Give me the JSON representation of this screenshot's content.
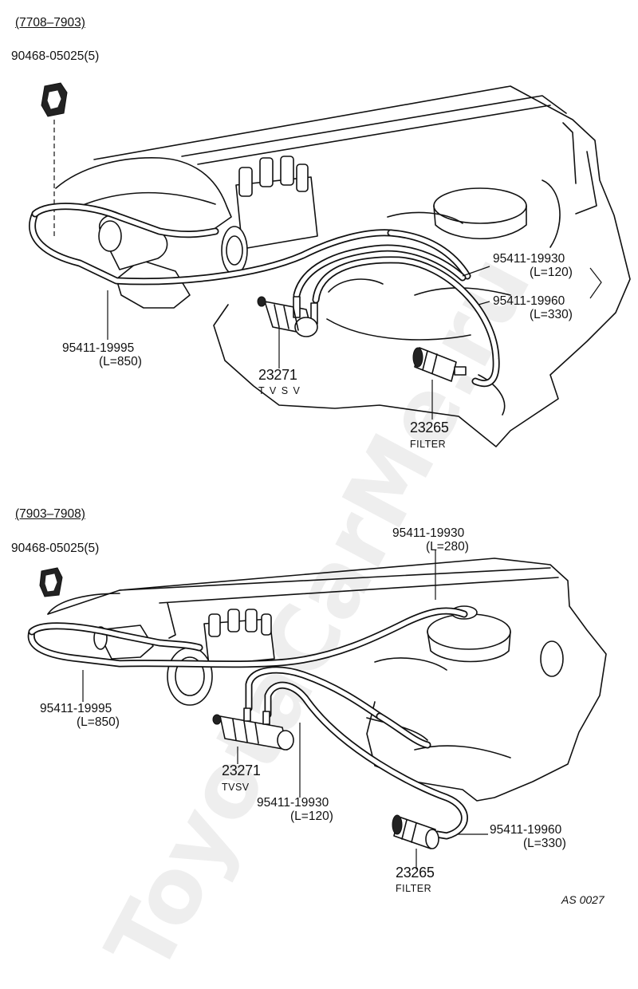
{
  "sections": [
    {
      "period": "(7708–7903)",
      "clip_part": "90468-05025(5)",
      "hose_main": {
        "part": "95411-19995",
        "length": "(L=850)"
      },
      "hose_a": {
        "part": "95411-19930",
        "length": "(L=120)"
      },
      "hose_b": {
        "part": "95411-19960",
        "length": "(L=330)"
      },
      "valve": {
        "part": "23271",
        "name": "T V S V"
      },
      "filter": {
        "part": "23265",
        "name": "FILTER"
      }
    },
    {
      "period": "(7903–7908)",
      "clip_part": "90468-05025(5)",
      "hose_top": {
        "part": "95411-19930",
        "length": "(L=280)"
      },
      "hose_main": {
        "part": "95411-19995",
        "length": "(L=850)"
      },
      "valve": {
        "part": "23271",
        "name": "TVSV"
      },
      "hose_mid": {
        "part": "95411-19930",
        "length": "(L=120)"
      },
      "hose_b": {
        "part": "95411-19960",
        "length": "(L=330)"
      },
      "filter": {
        "part": "23265",
        "name": "FILTER"
      }
    }
  ],
  "diagram_code": "AS 0027",
  "watermark": "ToyotaCarMe.ru"
}
